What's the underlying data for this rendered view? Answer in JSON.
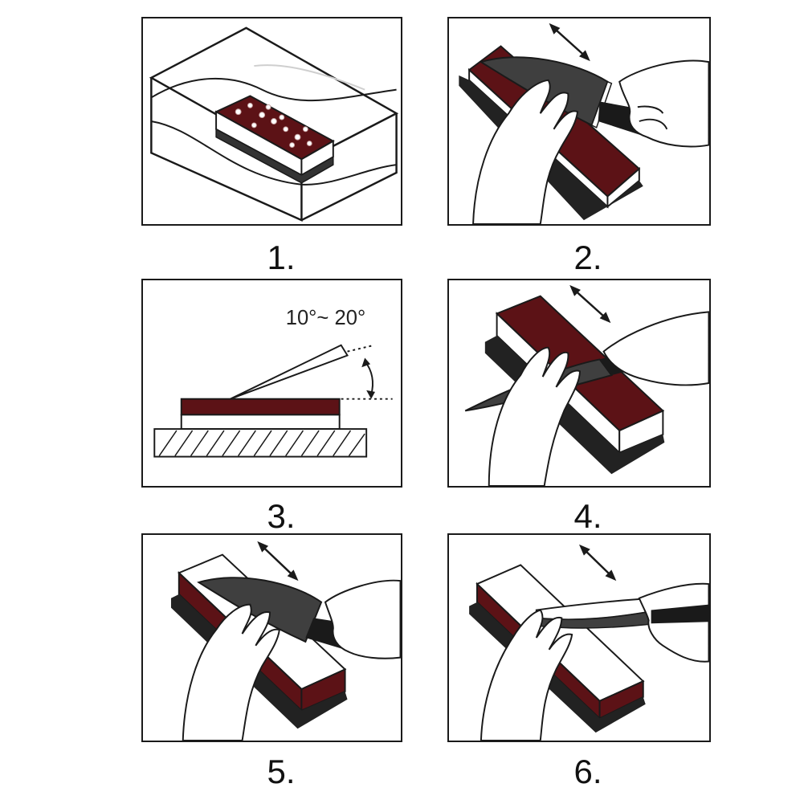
{
  "steps": [
    {
      "number": "1."
    },
    {
      "number": "2."
    },
    {
      "number": "3.",
      "angle_label": "10°~ 20°"
    },
    {
      "number": "4."
    },
    {
      "number": "5."
    },
    {
      "number": "6."
    }
  ],
  "colors": {
    "stone_red": "#5c1216",
    "stone_white": "#ffffff",
    "blade": "#3f3f3f",
    "outline": "#1a1a1a",
    "water": "#efefef"
  }
}
